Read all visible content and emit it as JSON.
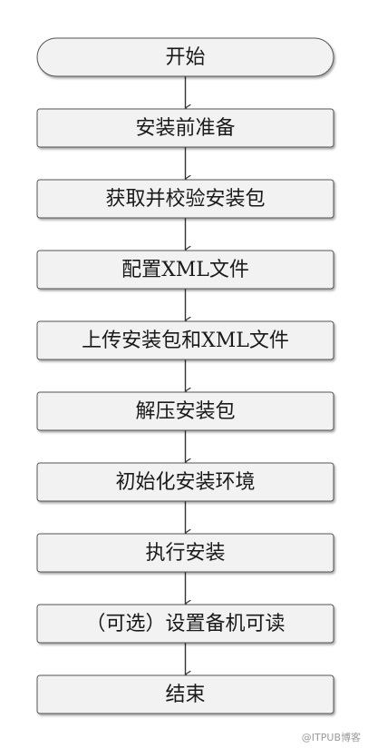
{
  "flowchart": {
    "steps": [
      {
        "label": "开始",
        "shape": "terminal"
      },
      {
        "label": "安装前准备",
        "shape": "process"
      },
      {
        "label": "获取并校验安装包",
        "shape": "process"
      },
      {
        "label": "配置XML文件",
        "shape": "process"
      },
      {
        "label": "上传安装包和XML文件",
        "shape": "process"
      },
      {
        "label": "解压安装包",
        "shape": "process"
      },
      {
        "label": "初始化安装环境",
        "shape": "process"
      },
      {
        "label": "执行安装",
        "shape": "process"
      },
      {
        "label": "（可选）设置备机可读",
        "shape": "process"
      },
      {
        "label": "结束",
        "shape": "process"
      }
    ]
  },
  "colors": {
    "box_fill": "#f2f2f2",
    "box_stroke": "#555555",
    "text": "#1a1a1a",
    "arrow": "#333333"
  },
  "watermark": "@ITPUB博客"
}
